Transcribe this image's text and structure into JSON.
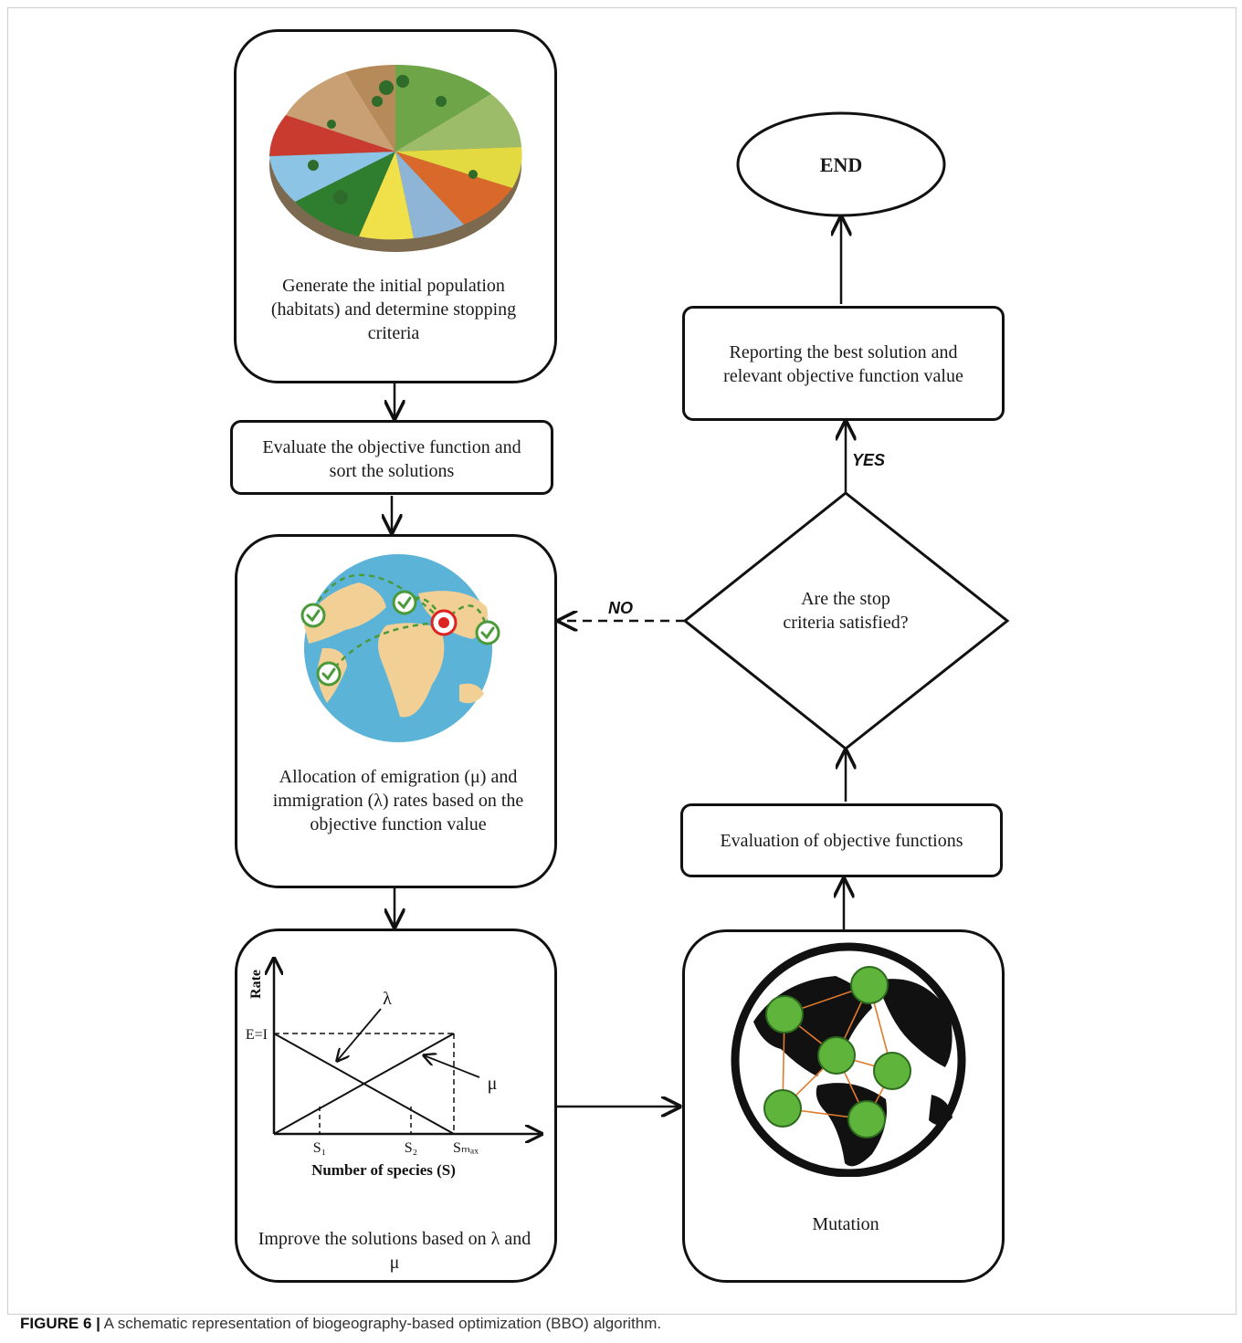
{
  "steps": {
    "initial": "Generate the initial population (habitats) and determine stopping criteria",
    "evaluate": "Evaluate the objective function and sort the solutions",
    "allocation": "Allocation of emigration (μ) and immigration (λ) rates based on the objective function value",
    "improve": "Improve the solutions based on λ and μ",
    "mutation": "Mutation",
    "evaluation": "Evaluation of objective functions",
    "decision": "Are the stop criteria satisfied?",
    "report": "Reporting the best solution and relevant objective function value",
    "end": "END"
  },
  "branches": {
    "yes": "YES",
    "no": "NO"
  },
  "rate_plot": {
    "ylabel": "Rate",
    "xlabel": "Number of species (S)",
    "eq_label": "E=I",
    "lambda": "λ",
    "mu": "μ",
    "ticks": [
      "S₁",
      "S₂",
      "Sₘₐₓ"
    ]
  },
  "caption": {
    "label": "FIGURE 6 |",
    "text": " A schematic representation of biogeography-based optimization (BBO) algorithm."
  },
  "colors": {
    "stroke": "#111111",
    "dashed_green": "#4a9a3a",
    "node_green": "#5fb53c",
    "ocean": "#5bb3d8",
    "land": "#f2cf95",
    "link_orange": "#e07a2c"
  }
}
